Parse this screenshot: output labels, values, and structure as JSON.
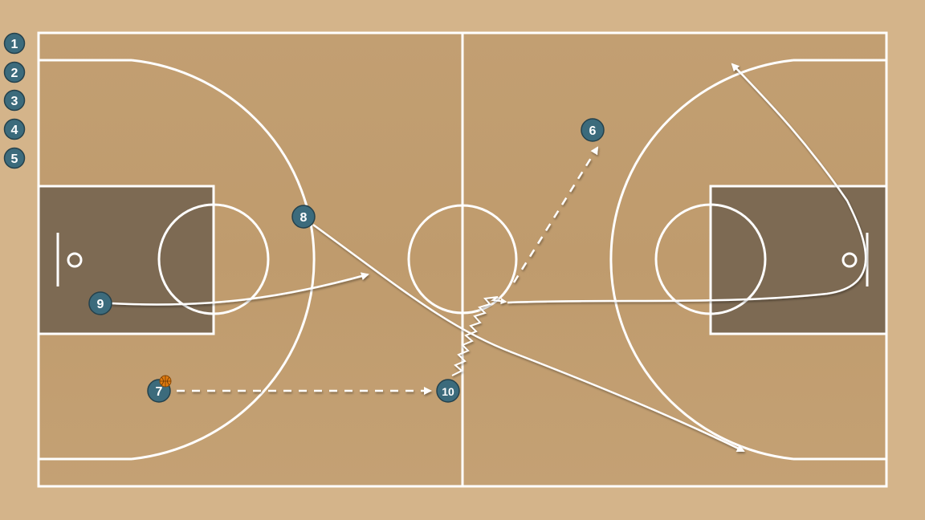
{
  "bench": {
    "players": [
      "1",
      "2",
      "3",
      "4",
      "5"
    ]
  },
  "court": {
    "players": {
      "p6": "6",
      "p7": "7",
      "p8": "8",
      "p9": "9",
      "p10": "10"
    },
    "ball_holder": "7"
  },
  "colors": {
    "floor": "#c6a273",
    "lane": "#7d6a53",
    "lines": "#ffffff",
    "token": "#3c6b7c",
    "ball": "#e07b10"
  }
}
